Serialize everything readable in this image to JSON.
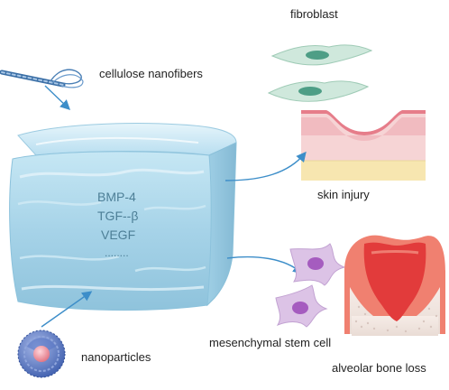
{
  "labels": {
    "fibroblast": "fibroblast",
    "cellulose_nanofibers": "cellulose nanofibers",
    "skin_injury": "skin injury",
    "nanoparticles": "nanoparticles",
    "mesenchymal_stem_cell": "mesenchymal stem cell",
    "alveolar_bone_loss": "alveolar bone loss"
  },
  "hydrogel_contents": [
    "BMP-4",
    "TGF--β",
    "VEGF",
    "........"
  ],
  "colors": {
    "hydrogel": "#a9d6ea",
    "hydrogel_text": "#4d7f97",
    "arrow": "#3d8ec9",
    "fibroblast": "#cfe8dc",
    "stem_cell": "#dcc3e6",
    "skin_top": "#f3c6c8",
    "skin_fat": "#f7e6b0",
    "gum": "#f08070",
    "tooth_core": "#e23b3b"
  }
}
